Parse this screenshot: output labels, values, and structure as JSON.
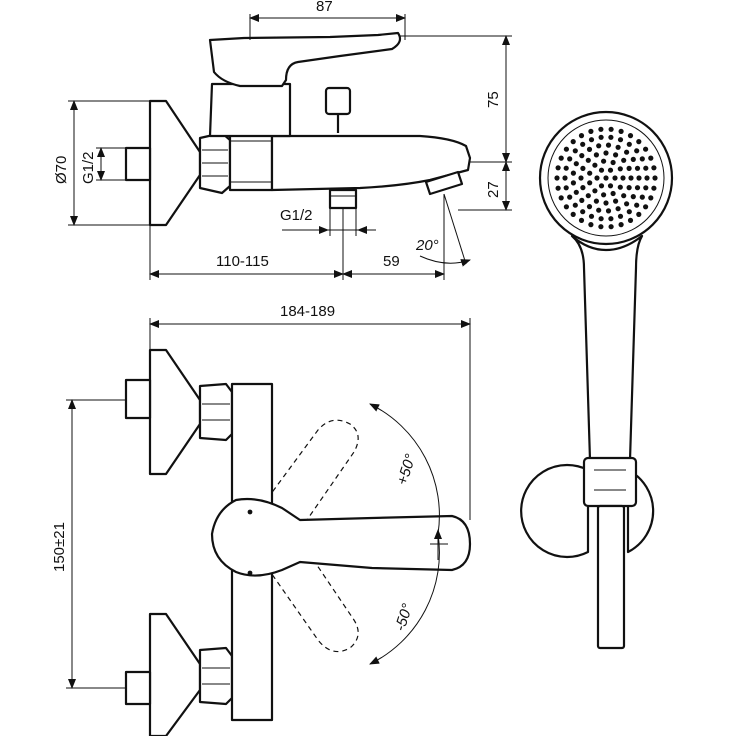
{
  "dimensions": {
    "spout_reach": "87",
    "height_top": "75",
    "diameter": "Ø70",
    "inlet_thread": "G1/2",
    "outlet_thread": "G1/2",
    "spout_drop": "27",
    "wall_offset": "110-115",
    "spout_length": "59",
    "spout_angle": "20°",
    "overall_width": "184-189",
    "inlet_spacing": "150±21",
    "lever_plus": "+50°",
    "lever_minus": "-50°"
  },
  "colors": {
    "line": "#111111",
    "background": "#ffffff"
  }
}
